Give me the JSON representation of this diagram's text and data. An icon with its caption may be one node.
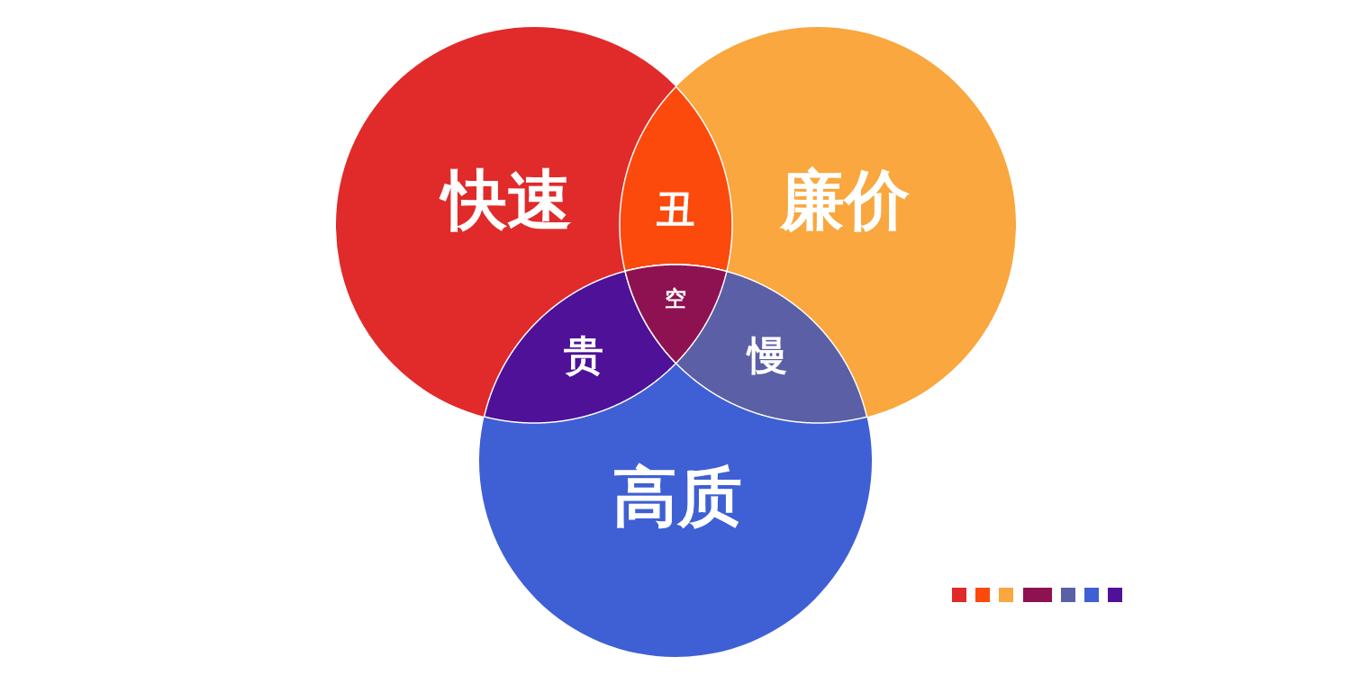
{
  "diagram": {
    "nodes": [
      {
        "text": [
          "快速"
        ]
      },
      {
        "text": [
          "丑"
        ]
      },
      {
        "text": [
          "廉价"
        ]
      },
      {
        "text": [
          "空"
        ]
      },
      {
        "text": [
          "贵"
        ]
      },
      {
        "text": [
          "慢"
        ]
      },
      {
        "text": [
          "高质"
        ]
      }
    ]
  }
}
